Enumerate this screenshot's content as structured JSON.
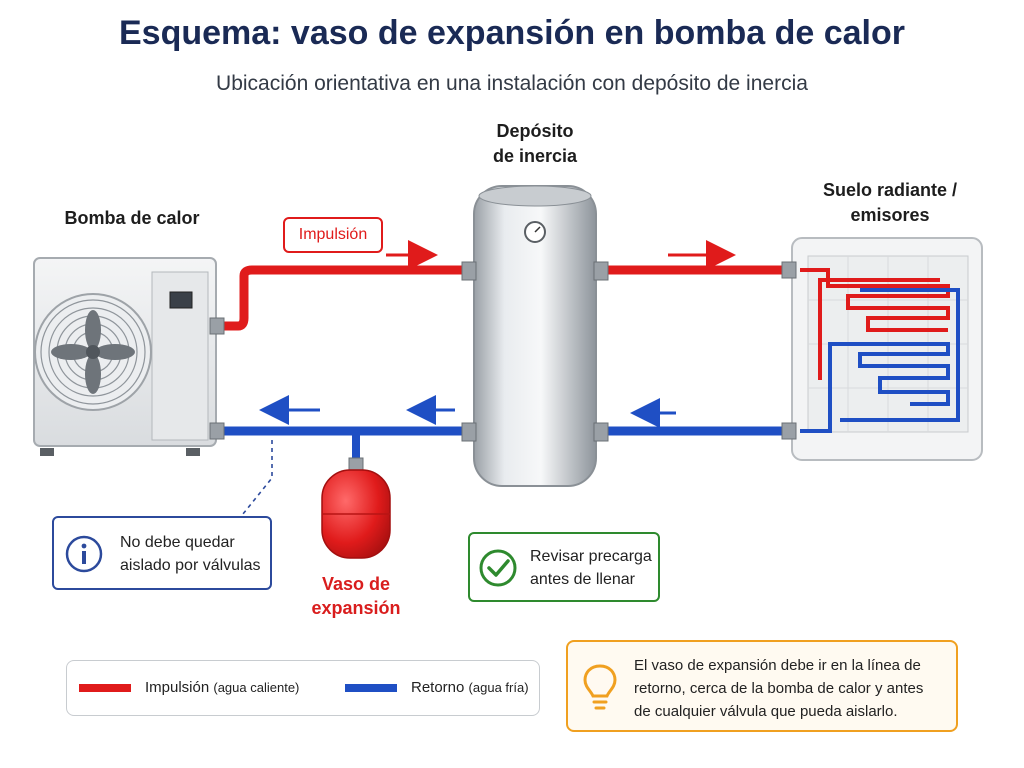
{
  "header": {
    "title": "Esquema: vaso de expansión en bomba de calor",
    "subtitle": "Ubicación orientativa en una instalación con depósito de inercia"
  },
  "components": {
    "heat_pump_label": "Bomba de calor",
    "buffer_tank_label_1": "Depósito",
    "buffer_tank_label_2": "de inercia",
    "floor_label_1": "Suelo radiante /",
    "floor_label_2": "emisores",
    "expansion_label_1": "Vaso de",
    "expansion_label_2": "expansión"
  },
  "flow": {
    "supply_tag": "Impulsión"
  },
  "callouts": {
    "info_line_1": "No debe quedar",
    "info_line_2": "aislado por válvulas",
    "check_line_1": "Revisar precarga",
    "check_line_2": "antes de llenar",
    "tip_line_1": "El vaso de expansión debe ir en la línea de",
    "tip_line_2": "retorno, cerca de la bomba de calor y antes",
    "tip_line_3": "de cualquier válvula que pueda aislarlo."
  },
  "legend": {
    "supply_label": "Impulsión",
    "supply_note": "(agua caliente)",
    "return_label": "Retorno",
    "return_note": "(agua fría)"
  },
  "colors": {
    "supply": "#e01b1b",
    "return": "#1f4fc4",
    "title": "#1a2a55",
    "info_border": "#2c4a9c",
    "check_border": "#2e8a2e",
    "tip_border": "#f0a020"
  }
}
